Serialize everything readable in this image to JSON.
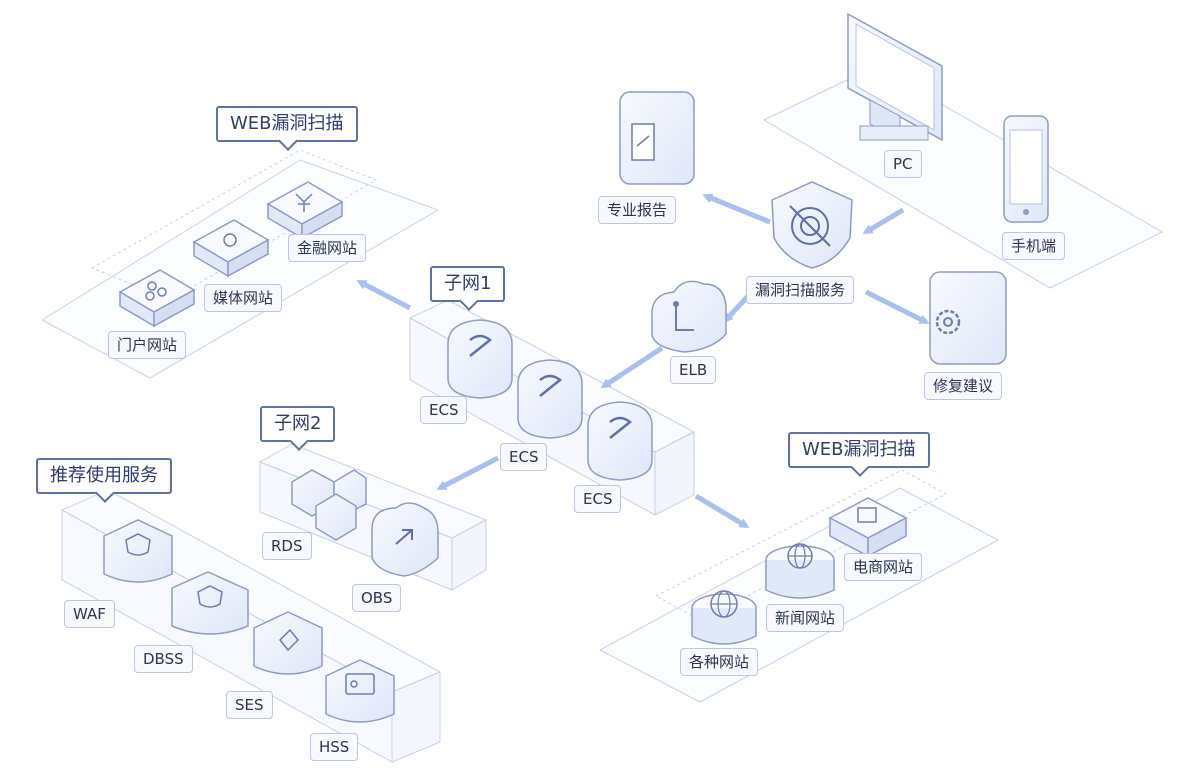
{
  "colors": {
    "accent": "#5f6fa8",
    "platform_stroke": "#c5d0ec",
    "node_fill": "#eef2fc",
    "arrow": "#a9bff0"
  },
  "groups": {
    "web_scan_top": "WEB漏洞扫描",
    "web_scan_bottom": "WEB漏洞扫描",
    "subnet1": "子网1",
    "subnet2": "子网2",
    "recommended": "推荐使用服务"
  },
  "nodes": {
    "pc": "PC",
    "mobile": "手机端",
    "report": "专业报告",
    "scan_service": "漏洞扫描服务",
    "repair": "修复建议",
    "elb": "ELB",
    "ecs1": "ECS",
    "ecs2": "ECS",
    "ecs3": "ECS",
    "rds": "RDS",
    "obs": "OBS",
    "portal_site": "门户网站",
    "media_site": "媒体网站",
    "finance_site": "金融网站",
    "waf": "WAF",
    "dbss": "DBSS",
    "ses": "SES",
    "hss": "HSS",
    "ecommerce_site": "电商网站",
    "news_site": "新闻网站",
    "various_sites": "各种网站"
  },
  "icons": {
    "pc": "monitor-icon",
    "mobile": "smartphone-icon",
    "report": "document-icon",
    "scan_service": "shield-radar-icon",
    "repair": "gear-icon",
    "elb": "cloud-icon",
    "ecs": "server-icon",
    "rds": "database-icon",
    "obs": "cloud-upload-icon",
    "portal_site": "flower-icon",
    "media_site": "play-icon",
    "finance_site": "yen-icon",
    "waf": "shield-icon",
    "dbss": "shield-icon",
    "ses": "shield-icon",
    "hss": "card-icon",
    "ecommerce_site": "shopping-bag-icon",
    "news_site": "globe-icon",
    "various_sites": "globe-icon"
  }
}
